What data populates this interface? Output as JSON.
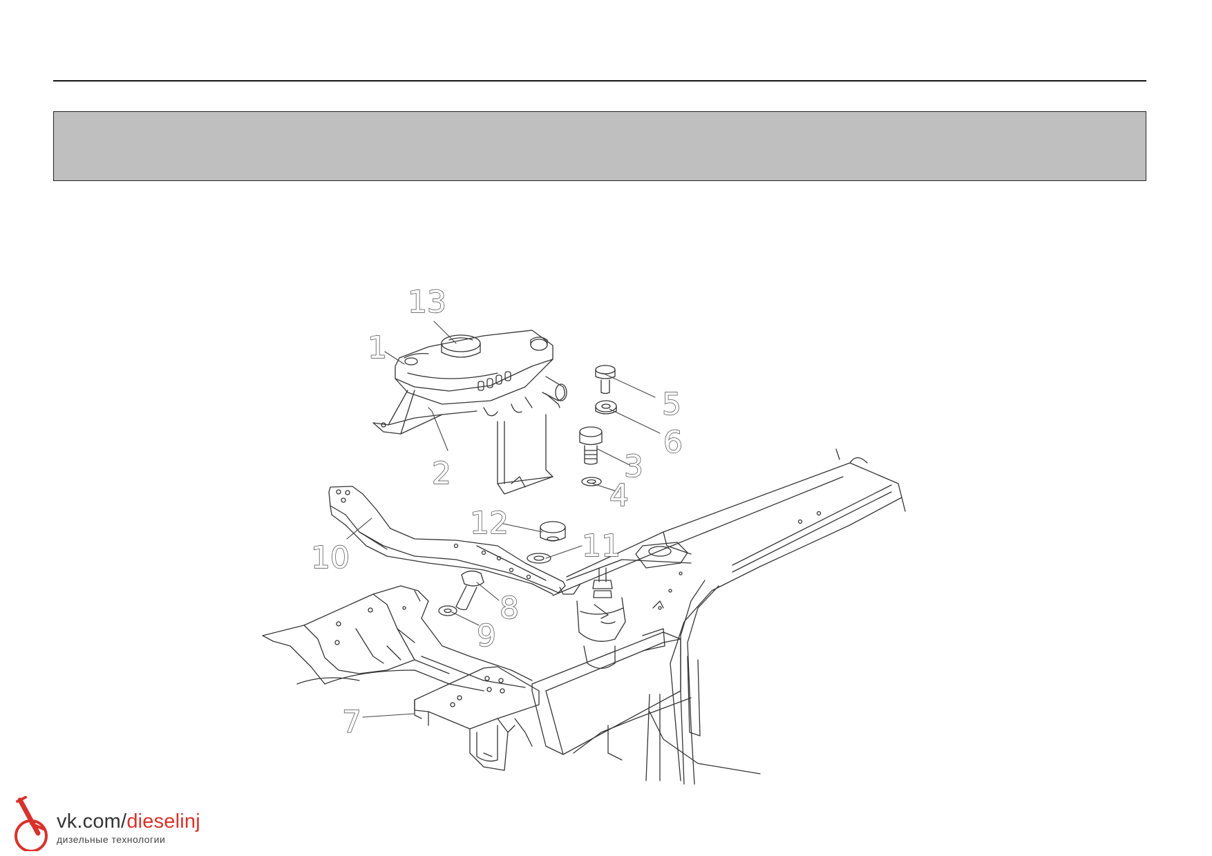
{
  "callouts": [
    "1",
    "2",
    "3",
    "4",
    "5",
    "6",
    "7",
    "8",
    "9",
    "10",
    "11",
    "12",
    "13"
  ],
  "watermark": {
    "prefix": "vk.com/",
    "accent": "dieselinj",
    "subtitle": "дизельные технологии",
    "accent_color": "#d8322c"
  }
}
